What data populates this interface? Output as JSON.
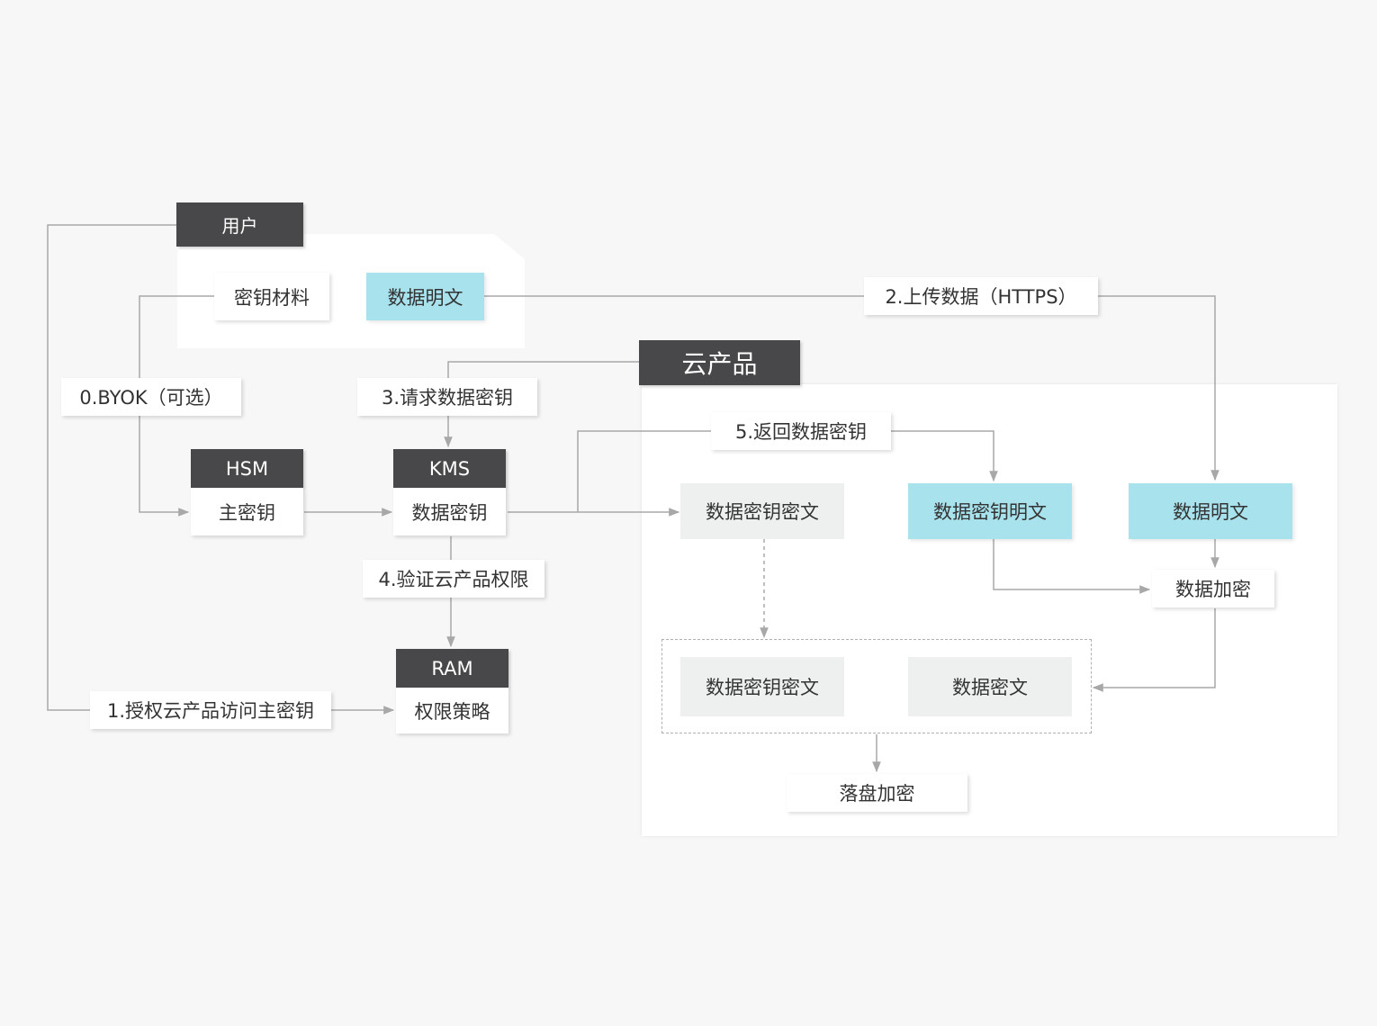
{
  "user": {
    "header": "用户",
    "key_material": "密钥材料",
    "data_plaintext": "数据明文"
  },
  "steps": {
    "byok": "0.BYOK（可选）",
    "authorize": "1.授权云产品访问主密钥",
    "upload": "2.上传数据（HTTPS）",
    "request_key": "3.请求数据密钥",
    "verify": "4.验证云产品权限",
    "return_key": "5.返回数据密钥"
  },
  "hsm": {
    "header": "HSM",
    "body": "主密钥"
  },
  "kms": {
    "header": "KMS",
    "body": "数据密钥"
  },
  "ram": {
    "header": "RAM",
    "body": "权限策略"
  },
  "cloud": {
    "header": "云产品",
    "data_key_ciphertext": "数据密钥密文",
    "data_key_plaintext": "数据密钥明文",
    "data_plaintext": "数据明文",
    "data_encrypt": "数据加密",
    "stored_key_ciphertext": "数据密钥密文",
    "data_ciphertext": "数据密文",
    "disk_encrypt": "落盘加密"
  },
  "colors": {
    "dark_header": "#48484a",
    "highlight": "#a8e2ec",
    "connector": "#a8a8a8"
  }
}
